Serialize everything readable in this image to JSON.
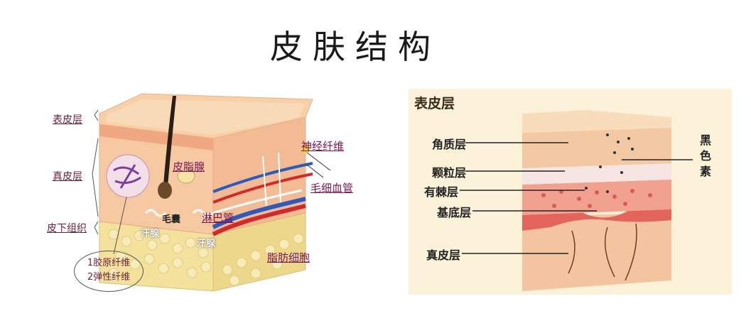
{
  "title": "皮肤结构",
  "left_diagram": {
    "labels": {
      "epidermis": "表皮层",
      "dermis": "真皮层",
      "subcutaneous": "皮下组织",
      "sebaceous_gland": "皮脂腺",
      "hair_follicle": "毛囊",
      "sweat_gland_1": "汗腺",
      "sweat_gland_2": "汗腺",
      "lymph_vessel": "淋巴管",
      "nerve_fiber": "神经纤维",
      "capillary": "毛细血管",
      "fat_cell": "脂肪细胞"
    },
    "callout": {
      "line1": "1胶原纤维",
      "line2": "2弹性纤维"
    }
  },
  "right_diagram": {
    "heading": "表皮层",
    "labels": {
      "stratum_corneum": "角质层",
      "stratum_granulosum": "颗粒层",
      "stratum_spinosum": "有棘层",
      "stratum_basale": "基底层",
      "dermis": "真皮层"
    },
    "melanin": [
      "黑",
      "色",
      "素"
    ]
  }
}
